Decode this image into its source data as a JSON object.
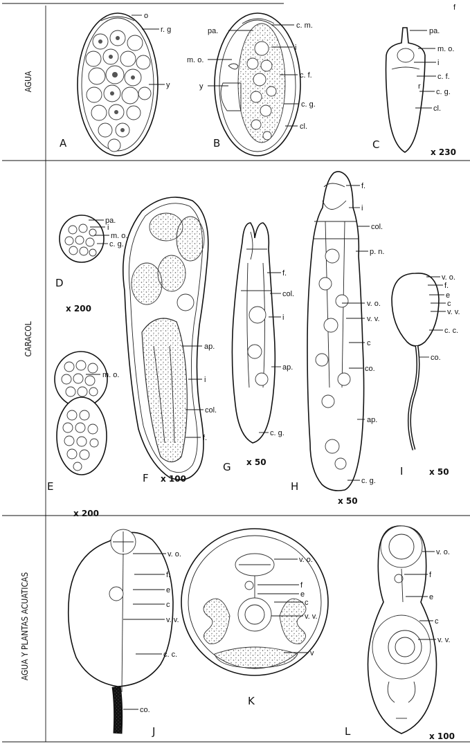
{
  "sections": {
    "agua": "AGUA",
    "caracol": "CARACOL",
    "plantas": "AGUA Y PLANTAS ACUATICAS"
  },
  "figures": {
    "A": {
      "letter": "A",
      "labels": [
        "o",
        "r. g",
        "y"
      ]
    },
    "B": {
      "letter": "B",
      "labels": [
        "pa.",
        "c. m.",
        "i",
        "m. o.",
        "c. f.",
        "y",
        "c. g.",
        "cl."
      ]
    },
    "C": {
      "letter": "C",
      "labels": [
        "pa.",
        "f",
        "m. o.",
        "i",
        "c. f.",
        "r",
        "c. g.",
        "cl."
      ],
      "mag": "x 230"
    },
    "D": {
      "letter": "D",
      "labels": [
        "pa.",
        "i",
        "m. o.",
        "c. g."
      ],
      "mag": "x 200"
    },
    "E": {
      "letter": "E",
      "labels": [
        "m. o."
      ],
      "mag": "x 200"
    },
    "F": {
      "letter": "F",
      "labels": [
        "ap.",
        "i",
        "col.",
        "f."
      ],
      "mag": "x 100"
    },
    "G": {
      "letter": "G",
      "labels": [
        "f.",
        "col.",
        "i",
        "ap.",
        "c. g."
      ],
      "mag": "x 50"
    },
    "H": {
      "letter": "H",
      "labels": [
        "f.",
        "i",
        "col.",
        "p. n.",
        "v. o.",
        "v. v.",
        "c",
        "co.",
        "ap.",
        "c. g."
      ],
      "mag": "x 50"
    },
    "I": {
      "letter": "I",
      "labels": [
        "v. o.",
        "f.",
        "e",
        "c",
        "v. v.",
        "c. c.",
        "co."
      ],
      "mag": "x 50"
    },
    "J": {
      "letter": "J",
      "labels": [
        "v. o.",
        "f.",
        "e",
        "c",
        "v. v.",
        "c. c.",
        "co."
      ]
    },
    "K": {
      "letter": "K",
      "labels": [
        "v. o.",
        "f",
        "e",
        "c",
        "v. v.",
        "v"
      ]
    },
    "L": {
      "letter": "L",
      "labels": [
        "v. o.",
        "f",
        "e",
        "c",
        "v. v."
      ],
      "mag": "x 100"
    }
  }
}
